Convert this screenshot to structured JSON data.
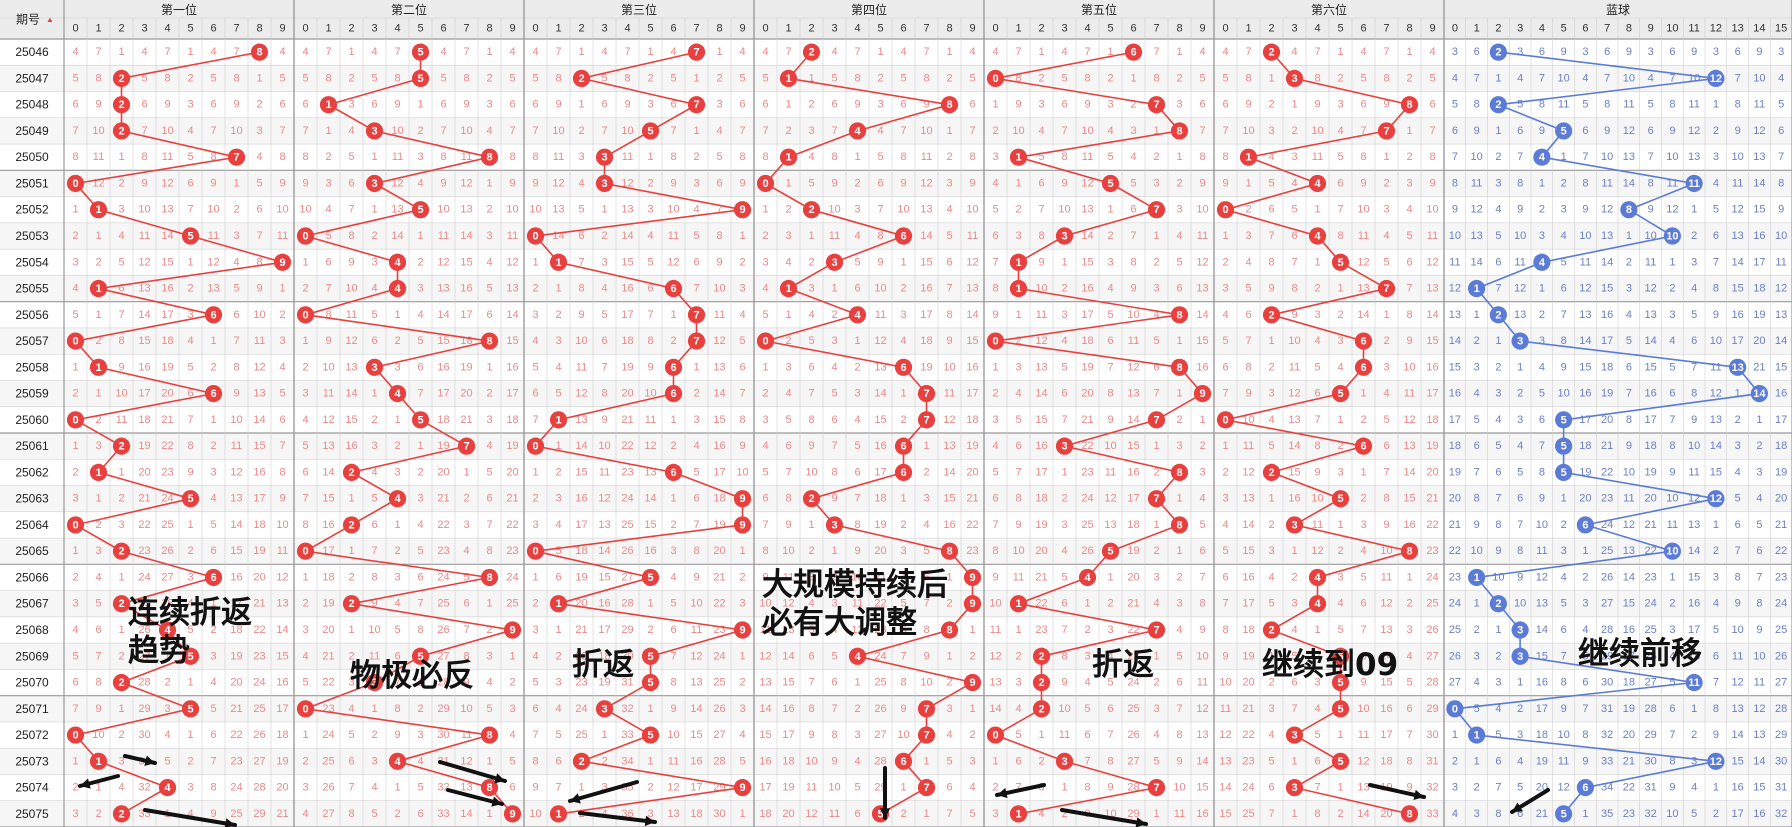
{
  "header": {
    "period_label": "期号",
    "sort_arrow": "▲",
    "groups": [
      "第一位",
      "第二位",
      "第三位",
      "第四位",
      "第五位",
      "第六位",
      "蓝球"
    ]
  },
  "colors": {
    "red": "#e8403f",
    "blue": "#5b7bd6",
    "miss_red": "#e88a88",
    "miss_blue": "#6b7fc4",
    "header_bg": "#ececec",
    "grid": "#c8c8c8"
  },
  "annotations": [
    "连续折返\n趋势",
    "物极必反",
    "折返",
    "大规模持续后\n必有大调整",
    "折返",
    "继续到09",
    "继续前移"
  ],
  "chart_data": {
    "type": "table",
    "periods": [
      "25046",
      "25047",
      "25048",
      "25049",
      "25050",
      "25051",
      "25052",
      "25053",
      "25054",
      "25055",
      "25056",
      "25057",
      "25058",
      "25059",
      "25060",
      "25061",
      "25062",
      "25063",
      "25064",
      "25065",
      "25066",
      "25067",
      "25068",
      "25069",
      "25070",
      "25071",
      "25072",
      "25073",
      "25074",
      "25075"
    ],
    "red_columns": [
      "0",
      "1",
      "2",
      "3",
      "4",
      "5",
      "6",
      "7",
      "8",
      "9"
    ],
    "blue_columns": [
      "0",
      "1",
      "2",
      "3",
      "4",
      "5",
      "6",
      "7",
      "8",
      "9",
      "10",
      "11",
      "12",
      "13",
      "14",
      "15"
    ],
    "positions": {
      "第一位": [
        8,
        2,
        2,
        2,
        7,
        0,
        1,
        5,
        9,
        1,
        6,
        0,
        1,
        6,
        0,
        2,
        1,
        5,
        0,
        2,
        6,
        2,
        4,
        5,
        2,
        5,
        0,
        1,
        4,
        2
      ],
      "第二位": [
        5,
        5,
        1,
        3,
        8,
        3,
        5,
        0,
        4,
        4,
        0,
        8,
        3,
        4,
        5,
        7,
        2,
        4,
        2,
        0,
        8,
        2,
        9,
        5,
        3,
        0,
        8,
        4,
        8,
        9
      ],
      "第三位": [
        7,
        2,
        7,
        5,
        3,
        3,
        9,
        0,
        1,
        6,
        7,
        7,
        6,
        6,
        1,
        0,
        6,
        9,
        9,
        0,
        5,
        1,
        9,
        5,
        5,
        3,
        5,
        2,
        9,
        1
      ],
      "第四位": [
        2,
        1,
        8,
        4,
        1,
        0,
        2,
        6,
        3,
        1,
        4,
        0,
        6,
        7,
        7,
        6,
        6,
        2,
        3,
        8,
        9,
        9,
        8,
        4,
        9,
        7,
        7,
        6,
        7,
        5
      ],
      "第五位": [
        6,
        0,
        7,
        8,
        1,
        5,
        7,
        3,
        1,
        1,
        8,
        0,
        8,
        9,
        7,
        3,
        8,
        7,
        8,
        5,
        4,
        1,
        7,
        2,
        2,
        2,
        0,
        3,
        7,
        1
      ],
      "第六位": [
        2,
        3,
        8,
        7,
        1,
        4,
        0,
        4,
        5,
        7,
        2,
        6,
        6,
        5,
        0,
        6,
        2,
        5,
        3,
        8,
        4,
        4,
        2,
        5,
        5,
        5,
        3,
        5,
        3,
        8
      ],
      "蓝球": [
        2,
        12,
        2,
        5,
        4,
        11,
        8,
        10,
        4,
        1,
        2,
        3,
        13,
        14,
        5,
        5,
        5,
        12,
        6,
        10,
        1,
        2,
        3,
        3,
        11,
        0,
        1,
        12,
        6,
        5
      ]
    },
    "connector_lines": true,
    "grid": true
  }
}
